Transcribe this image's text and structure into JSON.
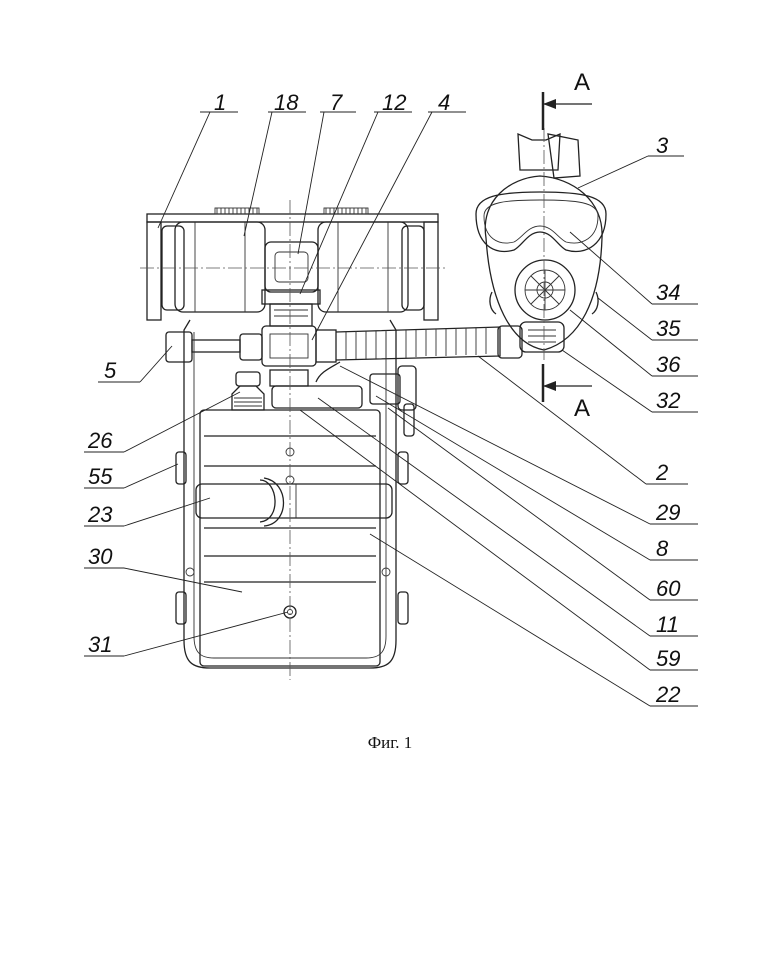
{
  "figure": {
    "caption": "Фиг. 1",
    "section_marks": [
      "A",
      "A"
    ],
    "callouts": {
      "c1": "1",
      "c18": "18",
      "c7": "7",
      "c12": "12",
      "c4": "4",
      "c3": "3",
      "c34": "34",
      "c35": "35",
      "c36": "36",
      "c32": "32",
      "c5": "5",
      "c26": "26",
      "c55": "55",
      "c23": "23",
      "c30": "30",
      "c31": "31",
      "c2": "2",
      "c29": "29",
      "c8": "8",
      "c60": "60",
      "c11": "11",
      "c59": "59",
      "c22": "22"
    }
  }
}
